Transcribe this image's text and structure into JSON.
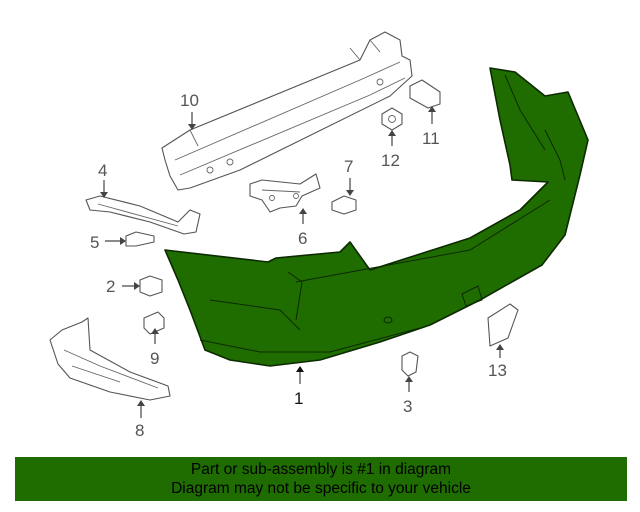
{
  "callouts": {
    "c1": "1",
    "c2": "2",
    "c3": "3",
    "c4": "4",
    "c5": "5",
    "c6": "6",
    "c7": "7",
    "c8": "8",
    "c9": "9",
    "c10": "10",
    "c11": "11",
    "c12": "12",
    "c13": "13"
  },
  "banner": {
    "line1": "Part or sub-assembly is #1 in diagram",
    "line2": "Diagram may not be specific to your vehicle"
  },
  "colors": {
    "highlight_part": "#1f6d00",
    "banner_background": "#1f6d00"
  }
}
